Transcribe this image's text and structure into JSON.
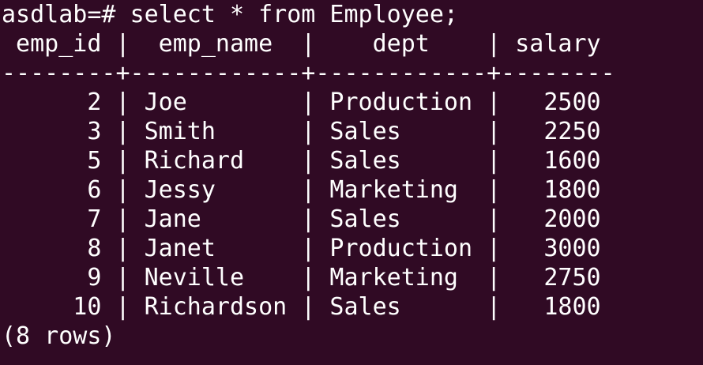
{
  "terminal": {
    "prompt": "asdlab=# ",
    "command": "select * from Employee;",
    "header_line": " emp_id |  emp_name  |    dept    | salary ",
    "separator_line": "--------+------------+------------+--------",
    "rows": [
      {
        "text": "      2 | Joe        | Production |   2500"
      },
      {
        "text": "      3 | Smith      | Sales      |   2250"
      },
      {
        "text": "      5 | Richard    | Sales      |   1600"
      },
      {
        "text": "      6 | Jessy      | Marketing  |   1800"
      },
      {
        "text": "      7 | Jane       | Sales      |   2000"
      },
      {
        "text": "      8 | Janet      | Production |   3000"
      },
      {
        "text": "      9 | Neville    | Marketing  |   2750"
      },
      {
        "text": "     10 | Richardson | Sales      |   1800"
      }
    ],
    "footer": "(8 rows)"
  },
  "colors": {
    "background": "#300a24",
    "text": "#ffffff"
  }
}
